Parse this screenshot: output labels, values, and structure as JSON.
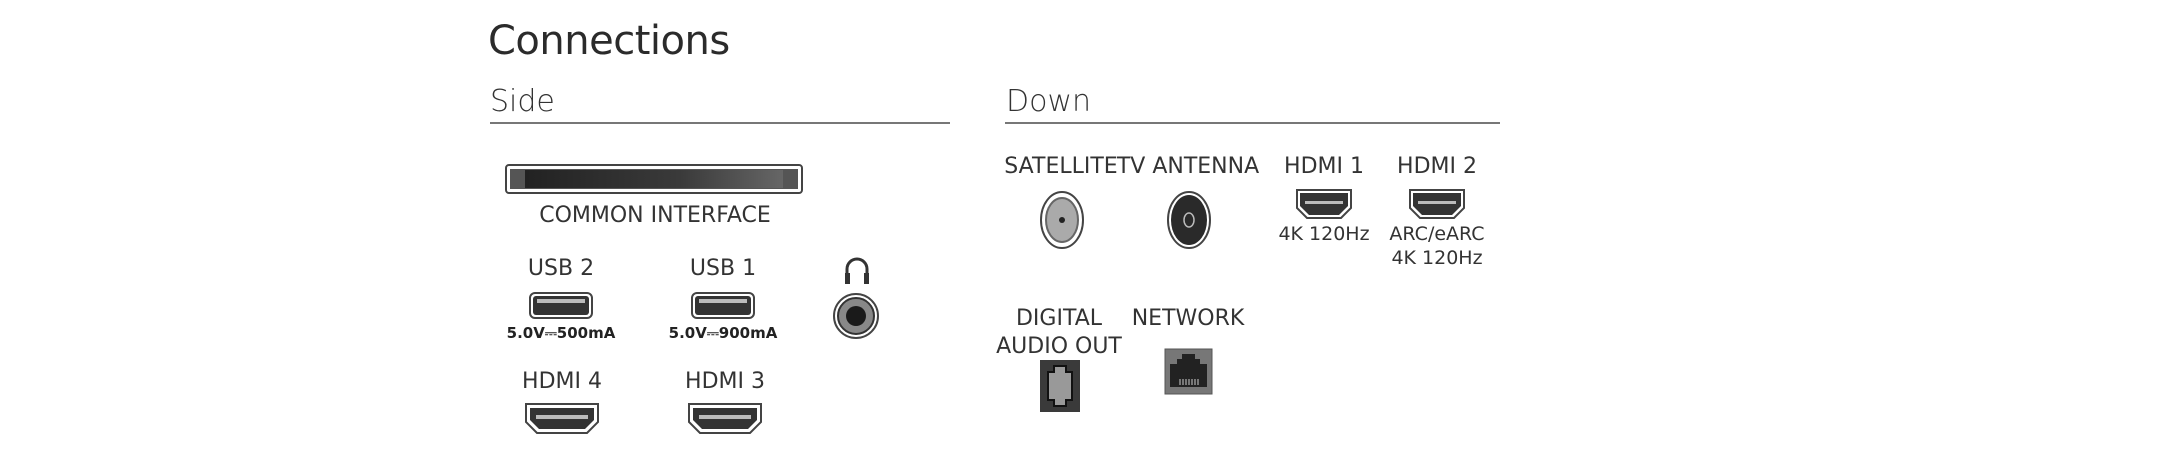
{
  "title": "Connections",
  "side": {
    "heading": "Side",
    "common_interface": "COMMON INTERFACE",
    "usb2": {
      "label": "USB 2",
      "spec": "5.0V⎓500mA"
    },
    "usb1": {
      "label": "USB 1",
      "spec": "5.0V⎓900mA"
    },
    "headphone_icon": "headphones-icon",
    "hdmi4": "HDMI 4",
    "hdmi3": "HDMI 3"
  },
  "down": {
    "heading": "Down",
    "satellite": "SATELLITE",
    "tv_antenna": "TV ANTENNA",
    "hdmi1": {
      "label": "HDMI 1",
      "spec": "4K 120Hz"
    },
    "hdmi2": {
      "label": "HDMI 2",
      "spec1": "ARC/eARC",
      "spec2": "4K 120Hz"
    },
    "digital_audio_out": {
      "line1": "DIGITAL",
      "line2": "AUDIO OUT"
    },
    "network": "NETWORK"
  }
}
